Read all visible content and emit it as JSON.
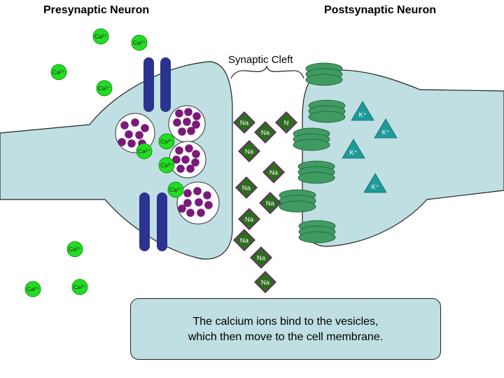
{
  "titles": {
    "presynaptic": "Presynaptic Neuron",
    "postsynaptic": "Postsynaptic Neuron",
    "cleft": "Synaptic Cleft"
  },
  "caption": {
    "line1": "The calcium ions bind to the vesicles,",
    "line2": "which then move to the cell membrane."
  },
  "ion_labels": {
    "calcium": "Ca²⁺",
    "sodium": "Na",
    "sodium_partial": "N",
    "potassium": "K⁺"
  },
  "colors": {
    "cell_body": "#bfdfe2",
    "calcium": "#22dd22",
    "sodium": "#2e6b1f",
    "potassium": "#1e9a99",
    "vesicle_particle": "#7a1a78",
    "channel": "#2b3290",
    "receptor": "#3f9b62",
    "caption_box": "#bfdfe2"
  },
  "icons": {
    "calcium_ion": "green-circle",
    "sodium_ion": "diamond",
    "potassium_ion": "triangle",
    "vesicle": "circle-with-dots",
    "calcium_channel": "blue-capsule",
    "receptor": "green-stacked-discs"
  }
}
